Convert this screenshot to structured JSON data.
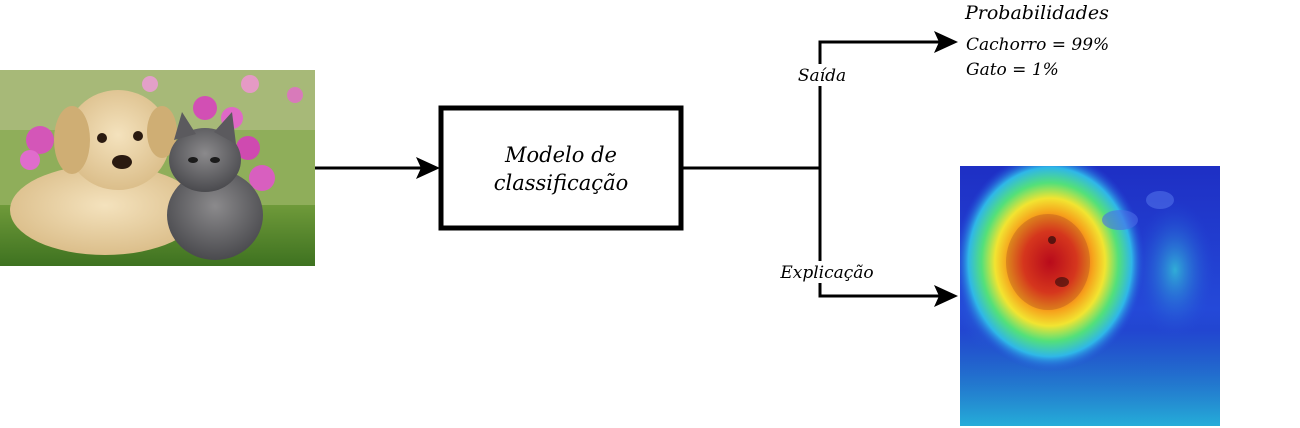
{
  "model_box": {
    "line1": "Modelo de",
    "line2": "classificação"
  },
  "branch_labels": {
    "output": "Saída",
    "explanation": "Explicação"
  },
  "probabilities": {
    "title": "Probabilidades",
    "items": [
      "Cachorro = 99%",
      "Gato = 1%"
    ]
  },
  "images": {
    "input": "input-photo-puppy-and-kitten",
    "output": "heatmap-explanation-image"
  },
  "colors": {
    "stroke": "#000000",
    "heat_hot": "#d8001a",
    "heat_cold": "#1e2fc4"
  }
}
